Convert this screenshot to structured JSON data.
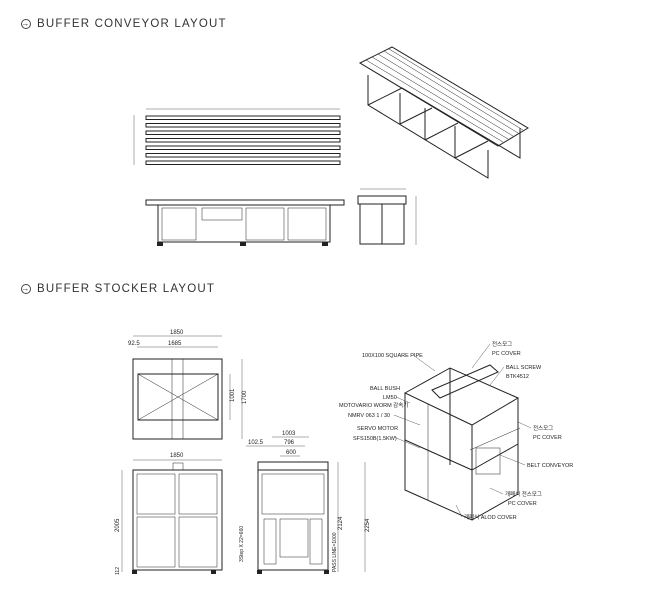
{
  "sections": [
    {
      "title": "BUFFER CONVEYOR LAYOUT",
      "icon": "circle-arrow-right-icon"
    },
    {
      "title": "BUFFER STOCKER LAYOUT",
      "icon": "circle-arrow-right-icon"
    }
  ],
  "stocker": {
    "top_view": {
      "overall_width": "1850",
      "inner_width": "1685",
      "offset": "92.5",
      "inner_depth": "1001",
      "overall_depth": "1700"
    },
    "front_view": {
      "width": "1850",
      "height": "2005",
      "foot": "112"
    },
    "side_view": {
      "width_a": "1003",
      "width_b": "796",
      "width_c": "600",
      "offset": "102.5",
      "height_a": "2124",
      "height_b": "2254",
      "pass_line": "PASS LINE=1000",
      "step": "3Step X 22=660"
    },
    "callouts": {
      "square_pipe": "100X100 SQUARE PIPE",
      "pc_cover_top_kr": "전스모그",
      "pc_cover_top": "PC COVER",
      "ball_screw": "BALL SCREW",
      "ball_screw_model": "BTK4512",
      "ball_bush": "BALL BUSH",
      "ball_bush_model": "LM50",
      "worm": "MOTOVARIO WORM 감속기",
      "worm_model": "NMRV 063  1 / 30",
      "servo": "SERVO MOTOR",
      "servo_model": "SFS150B(1.5KW)",
      "pc_cover_side_kr": "전스모그",
      "pc_cover_side": "PC COVER",
      "belt_conveyor": "BELT CONVEYOR",
      "pc_cover_open_kr": "개폐식 전스모그",
      "pc_cover_open": "PC COVER",
      "alod_cover": "개폐식 ALOD COVER"
    }
  }
}
